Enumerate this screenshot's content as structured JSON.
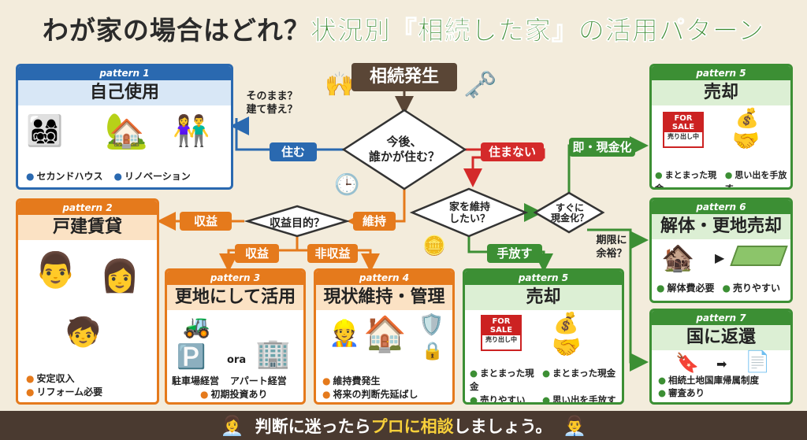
{
  "title": {
    "part1": "わが家の場合はどれ？",
    "part2": "状況別『相続した家』の活用パターン"
  },
  "start": "相続発生",
  "decisions": {
    "live": "今後、\n誰かが住む？",
    "keep": "家を維持\nしたい？",
    "profit": "収益目的？",
    "cash": "すぐに\n現金化？"
  },
  "labels": {
    "live_yes": "住む",
    "live_no": "住まない",
    "keep_yes": "維持",
    "keep_no": "手放す",
    "profit_yes": "収益",
    "profit_yes2": "収益",
    "profit_no": "非収益",
    "cash_yes": "即・現金化",
    "cash_no": "期限に\n余裕？",
    "rebuild": "そのまま？\n建て替え？"
  },
  "patterns": {
    "p1": {
      "tag": "pattern 1",
      "title": "自己使用",
      "bullets": [
        "セカンドハウス",
        "リノベーション"
      ]
    },
    "p2": {
      "tag": "pattern 2",
      "title": "戸建賃貸",
      "bullets": [
        "安定収入",
        "リフォーム必要"
      ]
    },
    "p3": {
      "tag": "pattern 3",
      "title": "更地にして活用",
      "bullets": [
        "駐車場経営",
        "アパート経営",
        "初期投資あり"
      ],
      "or": "ora"
    },
    "p4": {
      "tag": "pattern 4",
      "title": "現状維持・管理",
      "bullets": [
        "維持費発生",
        "将来の判断先延ばし"
      ]
    },
    "p5a": {
      "tag": "pattern 5",
      "title": "売却",
      "bullets": [
        "まとまった現金",
        "まとまった現金",
        "売りやすい",
        "思い出を手放す"
      ],
      "sale": "FOR\nSALE",
      "sale_sub": "売り出し中"
    },
    "p5b": {
      "tag": "pattern 5",
      "title": "売却",
      "bullets": [
        "まとまった現金",
        "思い出を手放す"
      ],
      "sale": "FOR\nSALE",
      "sale_sub": "売り出し中"
    },
    "p6": {
      "tag": "pattern 6",
      "title": "解体・更地売却",
      "bullets": [
        "解体費必要",
        "売りやすい"
      ]
    },
    "p7": {
      "tag": "pattern 7",
      "title": "国に返還",
      "bullets": [
        "相続土地国庫帰属制度",
        "審査あり"
      ]
    }
  },
  "footer": {
    "part1": "判断に迷ったら",
    "part2": "プロに相談",
    "part3": "しましょう。"
  },
  "colors": {
    "blue": "#2a69b0",
    "orange": "#e57a1c",
    "green": "#3c8f34",
    "red": "#d42a2a",
    "brown": "#5a4636"
  }
}
